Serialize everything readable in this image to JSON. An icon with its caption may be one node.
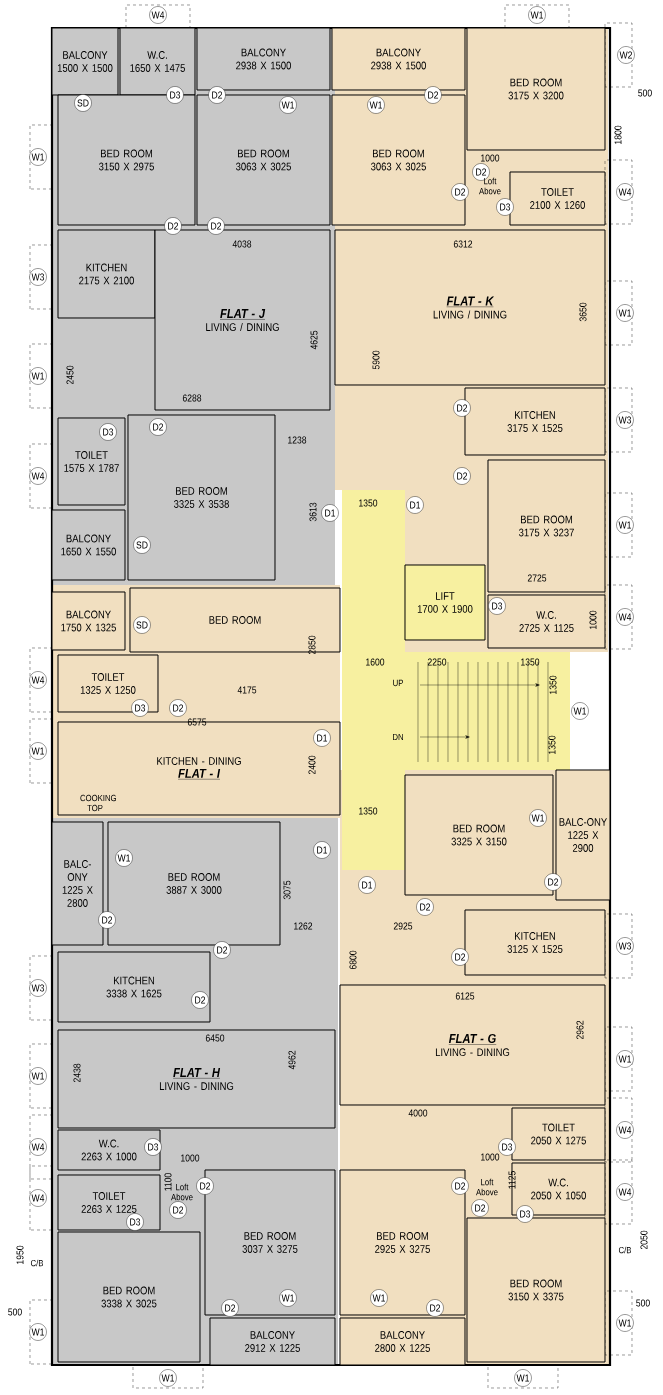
{
  "diagram": {
    "nodes": [
      {
        "text": [
          "BALCONY",
          "1500 X 1500"
        ]
      },
      {
        "text": [
          "W.C.",
          "1650 X 1475"
        ]
      },
      {
        "text": [
          "BALCONY",
          "2938 X 1500"
        ]
      },
      {
        "text": [
          "BALCONY",
          "2938 X 1500"
        ]
      },
      {
        "text": [
          "BED ROOM",
          "3175 X 3200"
        ]
      },
      {
        "text": [
          "BED ROOM",
          "3150 X 2975"
        ]
      },
      {
        "text": [
          "BED ROOM",
          "3063 X 3025"
        ]
      },
      {
        "text": [
          "BED ROOM",
          "3063 X 3025"
        ]
      },
      {
        "text": [
          "TOILET",
          "2100 X 1260"
        ]
      },
      {
        "text": [
          "KITCHEN",
          "2175 X 2100"
        ]
      },
      {
        "text": [
          "FLAT - J",
          "LIVING / DINING"
        ]
      },
      {
        "text": [
          "FLAT - K",
          "LIVING / DINING"
        ]
      },
      {
        "text": [
          "KITCHEN",
          "3175 X 1525"
        ]
      },
      {
        "text": [
          "TOILET",
          "1575 X 1787"
        ]
      },
      {
        "text": [
          "BED ROOM",
          "3325 X 3538"
        ]
      },
      {
        "text": [
          "BALCONY",
          "1650 X 1550"
        ]
      },
      {
        "text": [
          "BED ROOM",
          "3175 X 3237"
        ]
      },
      {
        "text": [
          "LIFT",
          "1700 X 1900"
        ]
      },
      {
        "text": [
          "W.C.",
          "2725 X 1125"
        ]
      },
      {
        "text": [
          "BALCONY",
          "1750 X 1325"
        ]
      },
      {
        "text": [
          "BED ROOM"
        ]
      },
      {
        "text": [
          "TOILET",
          "1325 X 1250"
        ]
      },
      {
        "text": [
          "KITCHEN - DINING",
          "FLAT - I"
        ]
      },
      {
        "text": [
          "BED ROOM",
          "3325 X 3150"
        ]
      },
      {
        "text": [
          "BALC-ONY",
          "1225 X 2900"
        ]
      },
      {
        "text": [
          "BALC-ONY",
          "1225 X 2800"
        ]
      },
      {
        "text": [
          "BED ROOM",
          "3887 X 3000"
        ]
      },
      {
        "text": [
          "KITCHEN",
          "3125 X 1525"
        ]
      },
      {
        "text": [
          "KITCHEN",
          "3338 X 1625"
        ]
      },
      {
        "text": [
          "FLAT - H",
          "LIVING - DINING"
        ]
      },
      {
        "text": [
          "FLAT - G",
          "LIVING - DINING"
        ]
      },
      {
        "text": [
          "TOILET",
          "2050 X 1275"
        ]
      },
      {
        "text": [
          "W.C.",
          "2263 X 1000"
        ]
      },
      {
        "text": [
          "TOILET",
          "2263 X 1225"
        ]
      },
      {
        "text": [
          "W.C.",
          "2050 X 1050"
        ]
      },
      {
        "text": [
          "BED ROOM",
          "3037 X 3275"
        ]
      },
      {
        "text": [
          "BED ROOM",
          "2925 X 3275"
        ]
      },
      {
        "text": [
          "BED ROOM",
          "3338 X 3025"
        ]
      },
      {
        "text": [
          "BED ROOM",
          "3150 X 3375"
        ]
      },
      {
        "text": [
          "BALCONY",
          "2912 X 1225"
        ]
      },
      {
        "text": [
          "BALCONY",
          "2800 X 1225"
        ]
      }
    ],
    "labels": [
      "W4",
      "W1",
      "W2",
      "SD",
      "D3",
      "D2",
      "W1",
      "W1",
      "D2",
      "500",
      "1800",
      "W1",
      "1000",
      "D2",
      "Loft Above",
      "D2",
      "W4",
      "D3",
      "D2",
      "D2",
      "4038",
      "6312",
      "W3",
      "3650",
      "4625",
      "5900",
      "W1",
      "2450",
      "W1",
      "6288",
      "D2",
      "W3",
      "D3",
      "D2",
      "1238",
      "W4",
      "D2",
      "1350",
      "D1",
      "3613",
      "D1",
      "W1",
      "SD",
      "2725",
      "D3",
      "W4",
      "1000",
      "SD",
      "2850",
      "1600",
      "2250",
      "1350",
      "1350",
      "W4",
      "UP",
      "4175",
      "D3",
      "D2",
      "W1",
      "6575",
      "D1",
      "DN",
      "1350",
      "W1",
      "2400",
      "COOKING TOP",
      "1350",
      "W1",
      "D1",
      "W1",
      "D1",
      "D2",
      "3075",
      "D2",
      "D2",
      "1262",
      "2925",
      "W3",
      "D2",
      "D2",
      "6800",
      "W3",
      "6125",
      "D2",
      "2962",
      "6450",
      "4962",
      "W1",
      "2438",
      "W1",
      "4000",
      "W4",
      "W4",
      "D3",
      "D3",
      "1000",
      "1000",
      "1100",
      "Loft Above",
      "D2",
      "D2",
      "Loft Above",
      "1125",
      "W4",
      "W4",
      "D2",
      "D2",
      "D3",
      "D3",
      "2050",
      "C/B",
      "1950",
      "C/B",
      "W1",
      "W1",
      "500",
      "D2",
      "D2",
      "500",
      "W1",
      "W1",
      "W1",
      "W1"
    ]
  }
}
